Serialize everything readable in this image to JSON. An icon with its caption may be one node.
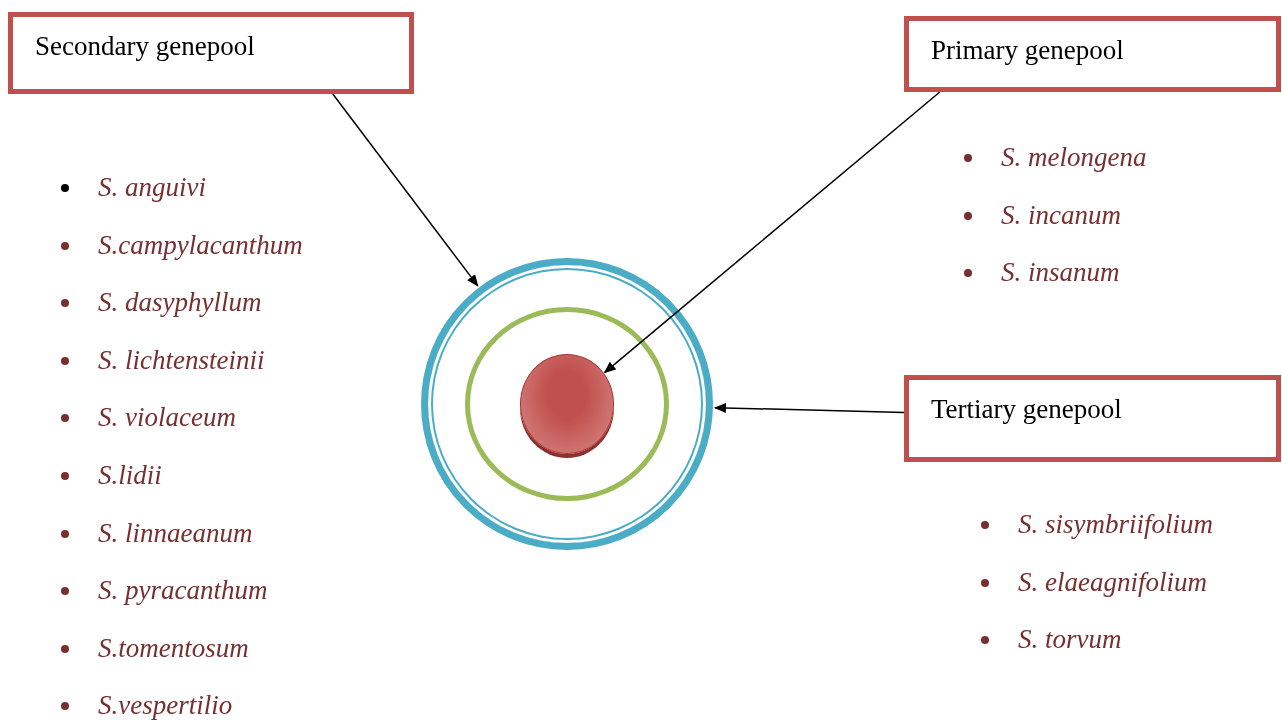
{
  "diagram": {
    "nodes": [
      {
        "text": [
          "Secondary genepool"
        ]
      },
      {
        "text": [
          "Primary genepool"
        ]
      },
      {
        "text": [
          "Tertiary genepool"
        ]
      },
      {
        "text": [],
        "shape": "circle"
      },
      {
        "text": [],
        "shape": "circle",
        "in": 3
      },
      {
        "text": [],
        "shape": "circle",
        "in": 4
      }
    ],
    "edges": [
      {
        "from": 0,
        "to": 3,
        "arrow": "to"
      },
      {
        "from": 1,
        "to": 5,
        "arrow": "to"
      },
      {
        "from": 2,
        "to": 3,
        "arrow": "to"
      }
    ],
    "labels": [
      "S. anguivi",
      "S.campylacanthum",
      "S. dasyphyllum",
      "S. lichtensteinii",
      "S. violaceum",
      "S.lidii",
      "S. linnaeanum",
      "S. pyracanthum",
      "S.tomentosum",
      "S.vespertilio",
      "S. melongena",
      "S. incanum",
      "S. insanum",
      "S. sisymbriifolium",
      "S. elaeagnifolium",
      "S. torvum"
    ]
  }
}
